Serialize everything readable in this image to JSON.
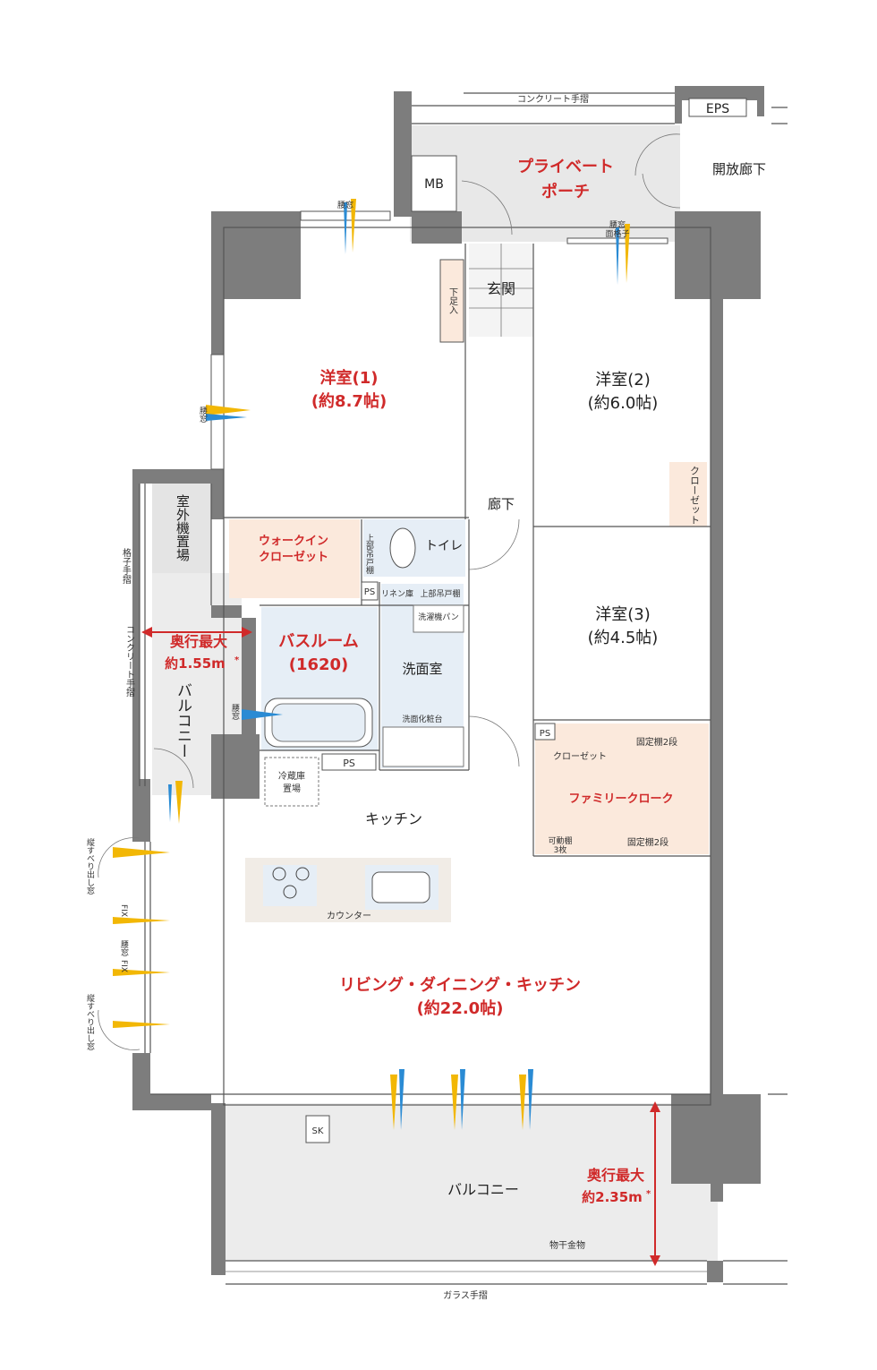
{
  "rooms": {
    "western1": {
      "name": "洋室(1)",
      "size": "(約8.7帖)"
    },
    "western2": {
      "name": "洋室(2)",
      "size": "(約6.0帖)"
    },
    "western3": {
      "name": "洋室(3)",
      "size": "(約4.5帖)"
    },
    "ldk": {
      "name": "リビング・ダイニング・キッチン",
      "size": "(約22.0帖)"
    },
    "bath": {
      "name": "バスルーム",
      "size": "(1620)"
    },
    "porch": {
      "line1": "プライベート",
      "line2": "ポーチ"
    },
    "wic": {
      "line1": "ウォークイン",
      "line2": "クローゼット"
    },
    "family_cloak": "ファミリークローク",
    "entrance": "玄関",
    "hallway": "廊下",
    "toilet": "トイレ",
    "washroom": "洗面室",
    "kitchen": "キッチン",
    "balcony_main": "バルコニー",
    "balcony_side": "バルコニー",
    "outdoor_unit": "室外機置場"
  },
  "depth_labels": {
    "side": {
      "title": "奥行最大",
      "value": "約1.55m",
      "mark": "*"
    },
    "main": {
      "title": "奥行最大",
      "value": "約2.35m",
      "mark": "*"
    }
  },
  "labels": {
    "concrete_rail_top": "コンクリート手摺",
    "concrete_rail_side": "コンクリート手摺",
    "eps": "EPS",
    "mb": "MB",
    "open_corridor": "開放廊下",
    "waist_window": "腰窓",
    "waist_window_grille_1": "腰窓",
    "waist_window_grille_2": "面格子",
    "shoe_storage": "下足入",
    "closet_w2": "クローゼット",
    "closet_w3": "クローゼット",
    "ps": "PS",
    "upper_shelf": "上部吊戸棚",
    "linen": "リネン庫",
    "washer_pan": "洗濯機パン",
    "vanity": "洗面化粧台",
    "fridge_1": "冷蔵庫",
    "fridge_2": "置場",
    "counter": "カウンター",
    "fixed_shelf_1": "固定棚2段",
    "fixed_shelf_2": "固定棚2段",
    "movable_shelf_1": "可動棚",
    "movable_shelf_2": "3枚",
    "lattice_rail": "格子手摺",
    "slide_window": "縦すべり出し窓",
    "fix": "FIX",
    "sk": "SK",
    "laundry_hardware": "物干金物",
    "glass_rail": "ガラス手摺",
    "upper_storage": "上部吊戸棚"
  },
  "colors": {
    "room_label": "#d02a2a",
    "wall": "#7d7d7d",
    "porch": "#e8e8e8",
    "balcony": "#ececec",
    "wet_area": "#e6eef6",
    "storage": "#fbe9dc",
    "entrance": "#f4f4f4"
  }
}
